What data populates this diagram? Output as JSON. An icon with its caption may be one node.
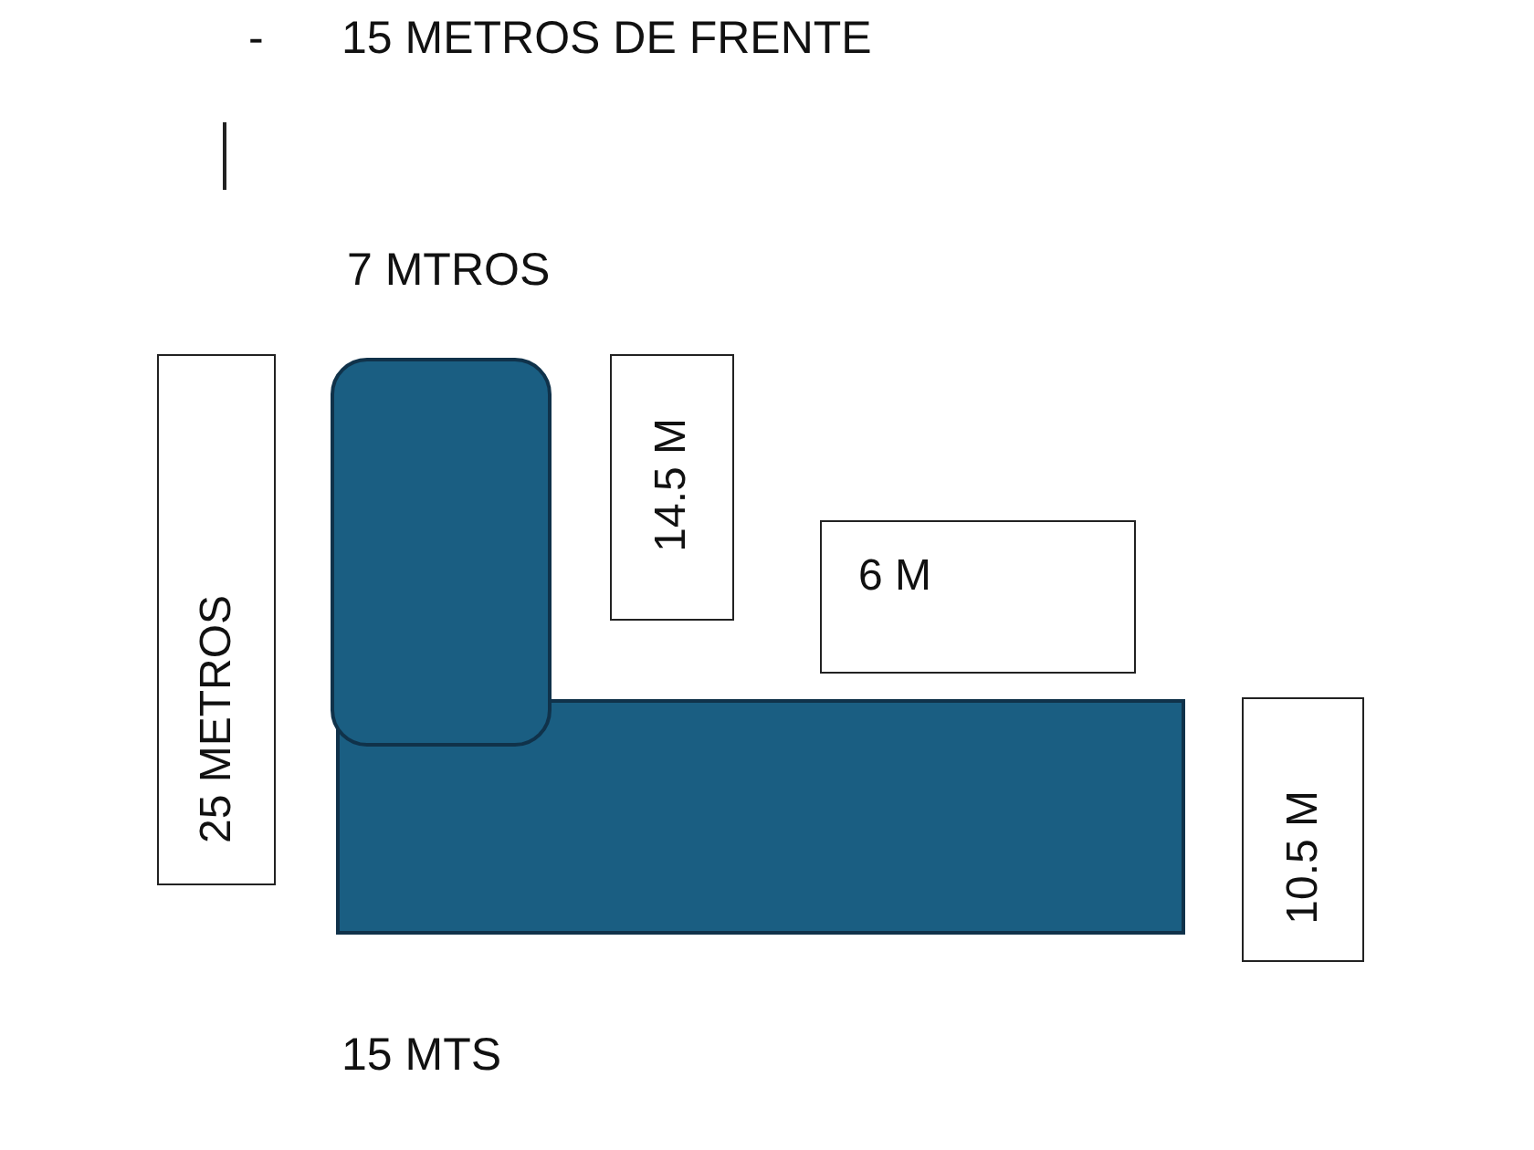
{
  "diagram": {
    "nodes": [
      {
        "text": [
          "25 METROS"
        ]
      },
      {
        "text": [
          "14.5 M"
        ]
      },
      {
        "text": [
          "6 M"
        ]
      },
      {
        "text": [
          "10.5 M"
        ]
      },
      {
        "text": [],
        "shape": "box"
      },
      {
        "text": [],
        "shape": "bar"
      }
    ],
    "labels": [
      "-",
      "15 METROS DE FRENTE",
      "7 MTROS",
      "15 MTS"
    ]
  }
}
